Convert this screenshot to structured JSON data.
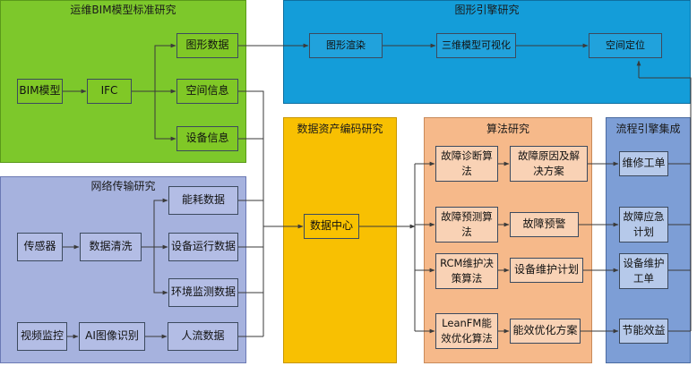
{
  "groups": {
    "bim": "运维BIM模型标准研究",
    "graphics": "图形引擎研究",
    "network": "网络传输研究",
    "data_asset": "数据资产编码研究",
    "algorithm": "算法研究",
    "process": "流程引擎集成"
  },
  "nodes": {
    "bim_model": "BIM模型",
    "ifc": "IFC",
    "graphic_data": "图形数据",
    "space_info": "空间信息",
    "device_info": "设备信息",
    "render": "图形渲染",
    "visualize": "三维模型可视化",
    "locate": "空间定位",
    "sensor": "传感器",
    "cleaning": "数据清洗",
    "energy": "能耗数据",
    "device_run": "设备运行数据",
    "env_monitor": "环境监测数据",
    "video": "视频监控",
    "ai_recog": "AI图像识别",
    "people_flow": "人流数据",
    "data_center": "数据中心",
    "fault_diag_algo": "故障诊断算\n法",
    "fault_predict_algo": "故障预测算\n法",
    "rcm_algo": "RCM维护决\n策算法",
    "leanfm_algo": "LeanFM能\n效优化算法",
    "fault_cause": "故障原因及解\n决方案",
    "fault_warning": "故障预警",
    "maint_plan": "设备维护计划",
    "energy_plan": "能效优化方案",
    "repair_order": "维修工单",
    "fault_emergency": "故障应急\n计划",
    "maint_order": "设备维护\n工单",
    "energy_saving": "节能效益"
  },
  "colors": {
    "connector": "#3a3a3a",
    "bim_group": "#7dc82b",
    "graphics_group": "#149dd9",
    "network_group": "#a6b2de",
    "data_asset_group": "#f8c002",
    "algorithm_group": "#f6b98a",
    "process_group": "#7d9ed6"
  }
}
